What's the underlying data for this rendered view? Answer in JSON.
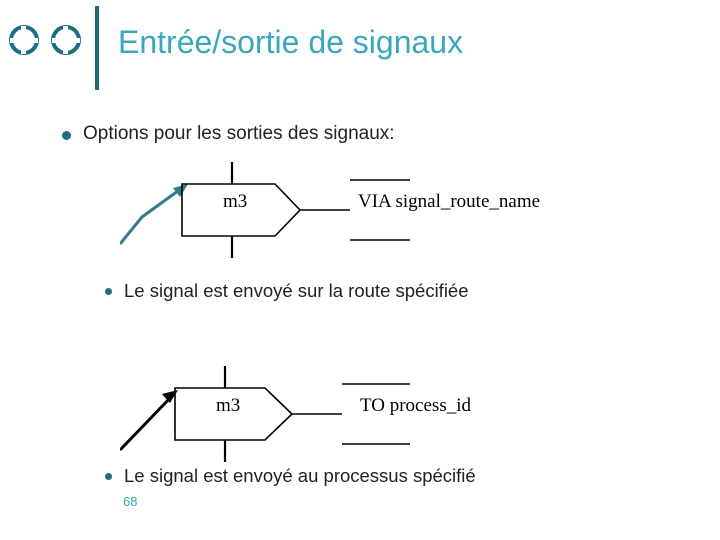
{
  "slide": {
    "title": "Entrée/sortie de signaux",
    "page_number": "68"
  },
  "bullets": {
    "options": "Options pour les sorties des signaux:",
    "route": "Le signal est envoyé sur la route spécifiée",
    "process": "Le signal est envoyé au processus spécifié"
  },
  "diagrams": [
    {
      "signal_name": "m3",
      "destination": "VIA signal_route_name"
    },
    {
      "signal_name": "m3",
      "destination": "TO process_id"
    }
  ],
  "colors": {
    "title": "#3aa7bd",
    "rule": "#1a6a7a",
    "bullet": "#1d6f7f",
    "arrow": "#2f7c8c",
    "text": "#222222"
  },
  "icons": {
    "deco_left": "circle-outline-icon",
    "deco_right": "circle-outline-icon"
  }
}
